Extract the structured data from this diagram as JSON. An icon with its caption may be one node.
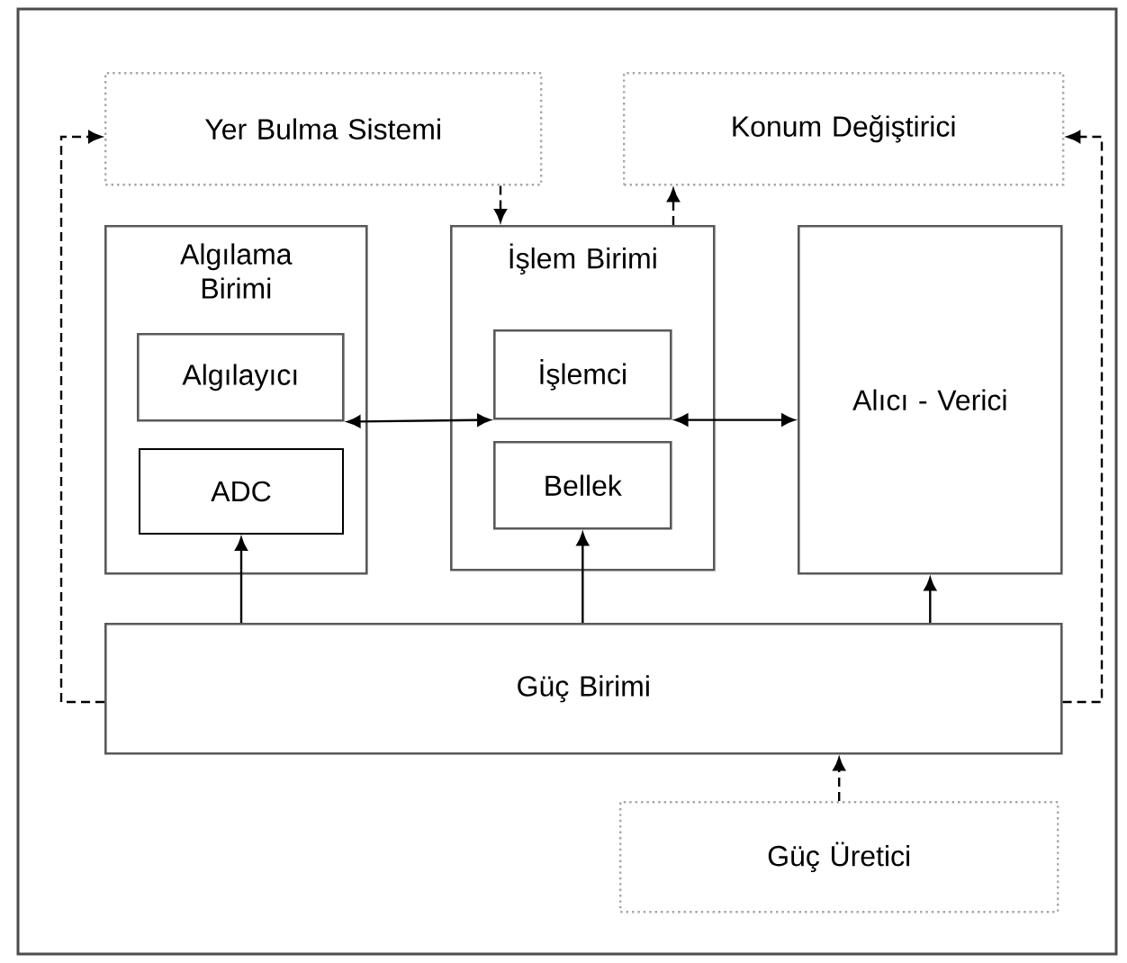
{
  "diagram": {
    "nodes": [
      {
        "text": [
          "Yer Bulma Sistemi"
        ]
      },
      {
        "text": [
          "Konum Değiştirici"
        ]
      },
      {
        "text": [
          "Algılama Birimi"
        ]
      },
      {
        "text": [
          "Algılayıcı"
        ],
        "in": 2
      },
      {
        "text": [
          "ADC"
        ],
        "in": 2
      },
      {
        "text": [
          "İşlem Birimi"
        ]
      },
      {
        "text": [
          "İşlemci"
        ],
        "in": 5
      },
      {
        "text": [
          "Bellek"
        ],
        "in": 5
      },
      {
        "text": [
          "Alıcı - Verici"
        ]
      },
      {
        "text": [
          "Güç Birimi"
        ]
      },
      {
        "text": [
          "Güç Üretici"
        ]
      }
    ],
    "edges": [
      {
        "from": 3,
        "to": 6,
        "arrow": "both"
      },
      {
        "from": 6,
        "to": 8,
        "arrow": "both"
      },
      {
        "from": 9,
        "to": 4,
        "arrow": "to"
      },
      {
        "from": 9,
        "to": 7,
        "arrow": "to"
      },
      {
        "from": 9,
        "to": 8,
        "arrow": "to"
      },
      {
        "from": 10,
        "to": 9,
        "arrow": "to",
        "style": "dashed"
      },
      {
        "from": 0,
        "to": 5,
        "arrow": "to",
        "style": "dashed"
      },
      {
        "from": 5,
        "to": 1,
        "arrow": "to",
        "style": "dashed"
      },
      {
        "from": 9,
        "to": 0,
        "arrow": "to",
        "style": "dashed"
      },
      {
        "from": 9,
        "to": 1,
        "arrow": "to",
        "style": "dashed"
      }
    ]
  }
}
